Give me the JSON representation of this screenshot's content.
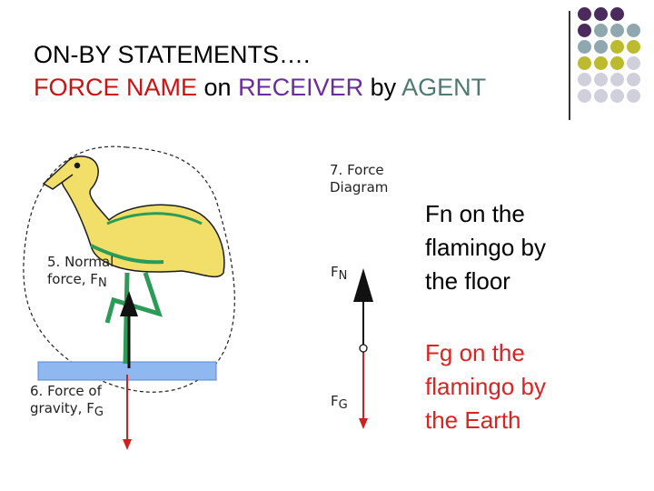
{
  "title": {
    "line1": "ON-BY STATEMENTS….",
    "line2": {
      "force_name": "FORCE NAME",
      "on": " on ",
      "receiver": "RECEIVER",
      "by": " by ",
      "agent": "AGENT"
    }
  },
  "diagram_labels": {
    "force_diagram": [
      "7. Force",
      "Diagram"
    ],
    "normal_force": [
      "5. Normal",
      "force, F"
    ],
    "normal_sub": "N",
    "gravity_force": [
      "6. Force of",
      "gravity, F"
    ],
    "gravity_sub": "G",
    "fn_symbol": "F",
    "fn_sub": "N",
    "fg_symbol": "F",
    "fg_sub": "G"
  },
  "statements": {
    "normal": [
      "Fn on the",
      "flamingo by",
      "the floor"
    ],
    "gravity": [
      "Fg on the",
      "flamingo by",
      "the Earth"
    ]
  },
  "colors": {
    "force_name": "#cc1111",
    "receiver": "#6a2aa0",
    "agent": "#4d7a70",
    "gravity_statement": "#dd2222",
    "dot_purple": "#4b2a5e",
    "dot_teal": "#8fa7ae",
    "dot_olive": "#bcba2e",
    "dot_light": "#d0d0dd"
  }
}
